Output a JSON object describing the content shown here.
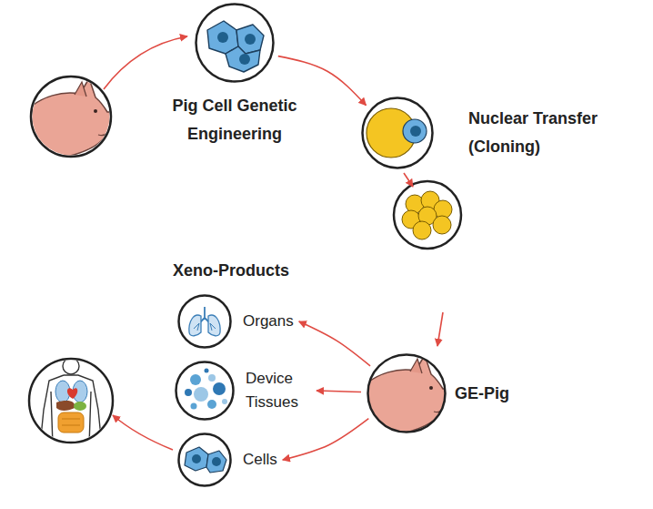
{
  "diagram": {
    "nodes": [
      {
        "text": [
          "Pig Cell Genetic Engineering"
        ]
      },
      {
        "text": [
          "Nuclear Transfer (Cloning)"
        ]
      },
      {
        "text": [
          "GE-Pig"
        ]
      },
      {
        "text": [
          "Organs"
        ]
      },
      {
        "text": [
          "Device Tissues"
        ]
      },
      {
        "text": [
          "Cells"
        ]
      }
    ],
    "edges": [
      {
        "from": 0,
        "to": 1,
        "arrow": "to"
      },
      {
        "from": 2,
        "to": 3,
        "arrow": "to"
      },
      {
        "from": 2,
        "to": 4,
        "arrow": "to"
      },
      {
        "from": 2,
        "to": 5,
        "arrow": "to"
      }
    ],
    "labels": [
      "Xeno-Products"
    ]
  }
}
